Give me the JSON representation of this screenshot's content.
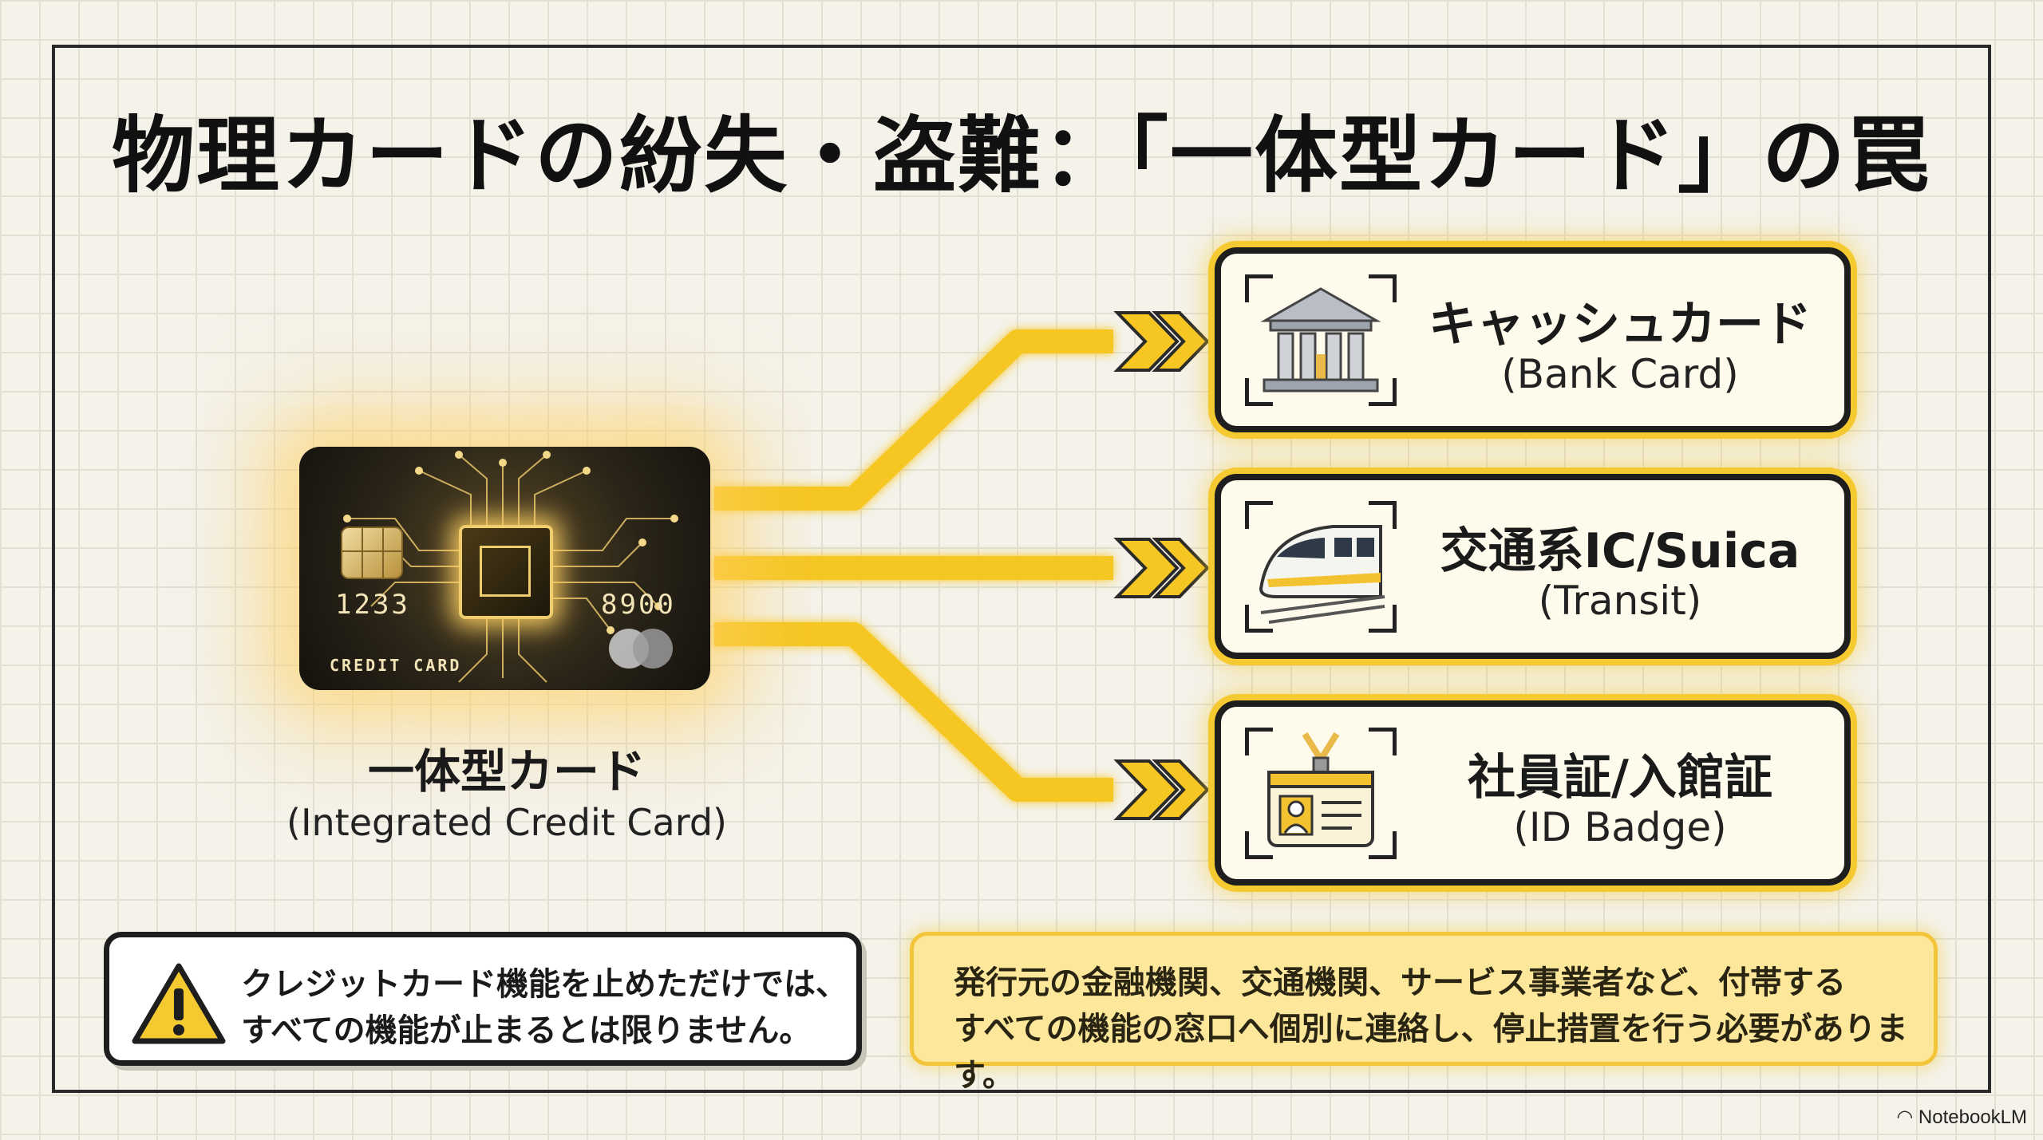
{
  "title": "物理カードの紛失・盗難：「一体型カード」の罠",
  "source": {
    "label": "一体型カード",
    "sublabel": "(Integrated Credit Card)",
    "card_number_left": "1233",
    "card_number_right": "8900",
    "card_text": "CREDIT CARD"
  },
  "targets": [
    {
      "title": "キャッシュカード",
      "subtitle": "(Bank Card)",
      "icon": "bank-icon"
    },
    {
      "title": "交通系IC/Suica",
      "subtitle": "(Transit)",
      "icon": "train-icon"
    },
    {
      "title": "社員証/入館証",
      "subtitle": "(ID Badge)",
      "icon": "id-badge-icon"
    }
  ],
  "warning": {
    "line1": "クレジットカード機能を止めただけでは、",
    "line2": "すべての機能が止まるとは限りません。",
    "icon": "warning-icon"
  },
  "note": {
    "line1": "発行元の金融機関、交通機関、サービス事業者など、付帯する",
    "line2": "すべての機能の窓口へ個別に連絡し、停止措置を行う必要があります。"
  },
  "brand": "NotebookLM",
  "colors": {
    "accent": "#f5c930",
    "frame": "#2a2a2a",
    "note_bg": "#fde79a"
  }
}
